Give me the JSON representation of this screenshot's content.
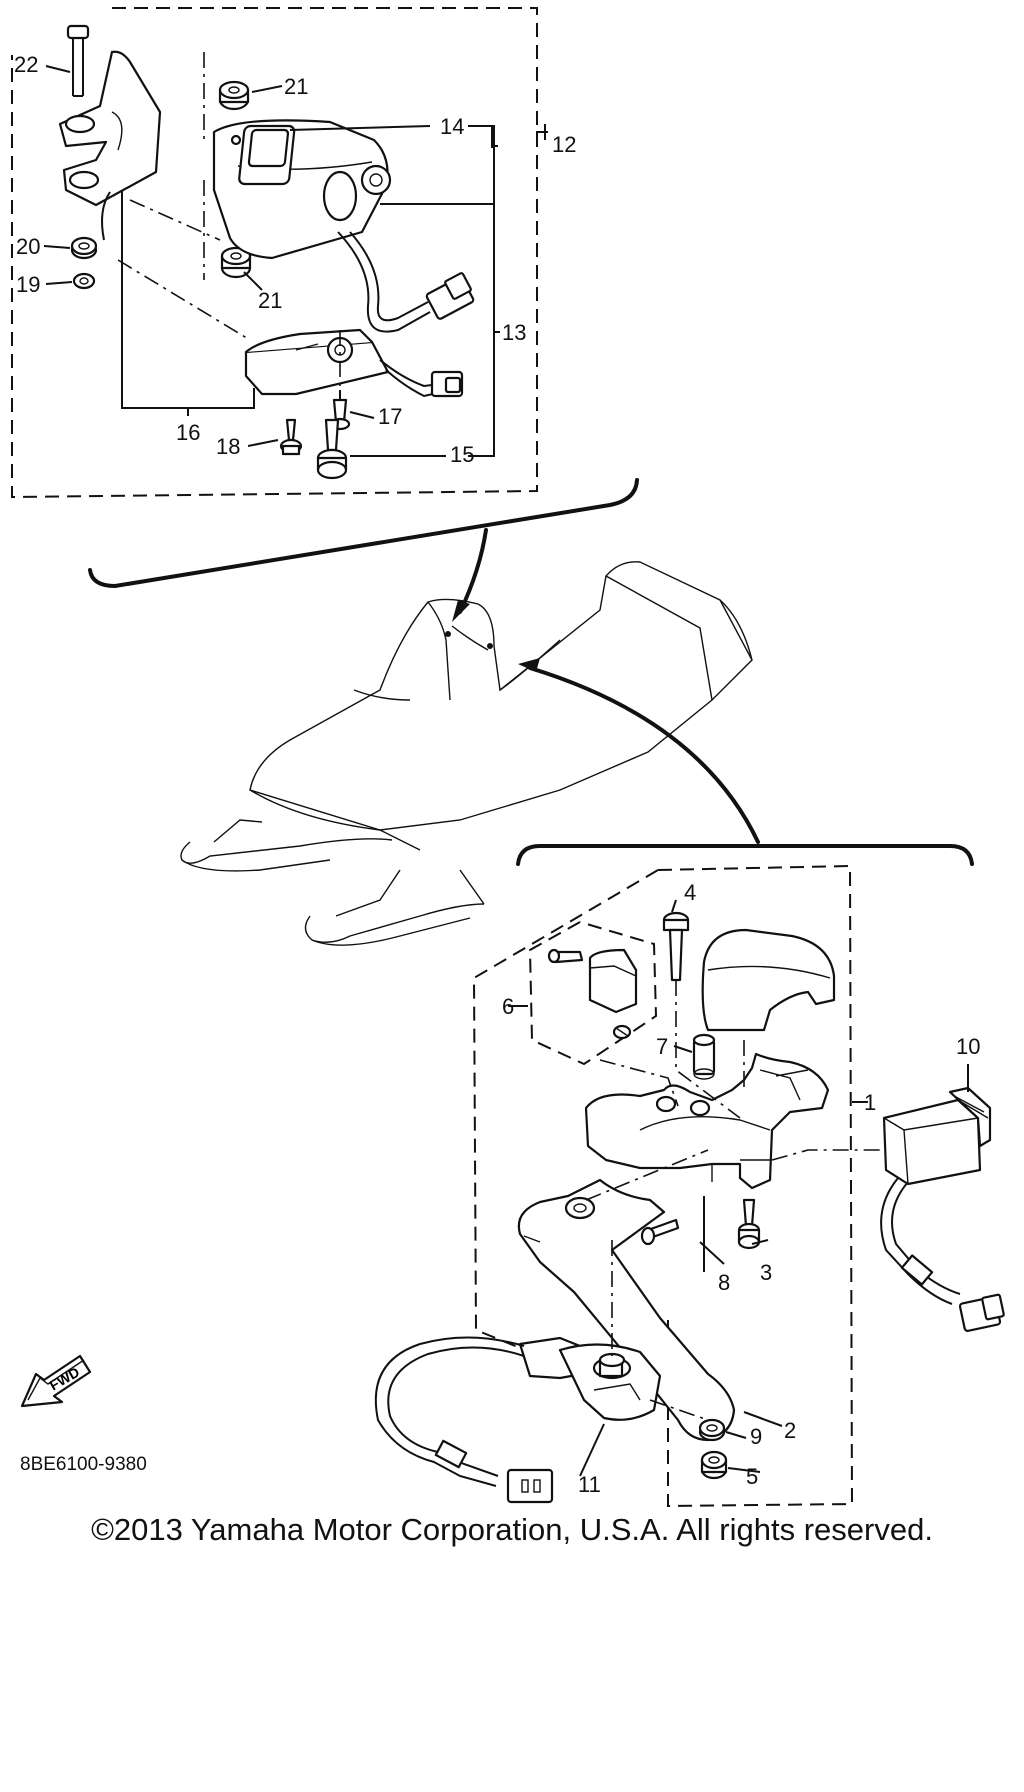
{
  "diagram": {
    "part_code": "8BE6100-9380",
    "fwd_label": "FWD",
    "callouts": {
      "c1": "1",
      "c2": "2",
      "c3": "3",
      "c4": "4",
      "c5": "5",
      "c6": "6",
      "c7": "7",
      "c8": "8",
      "c9": "9",
      "c10": "10",
      "c11": "11",
      "c12": "12",
      "c13": "13",
      "c14": "14",
      "c15": "15",
      "c16": "16",
      "c17": "17",
      "c18": "18",
      "c19": "19",
      "c20": "20",
      "c21a": "21",
      "c21b": "21",
      "c22": "22"
    }
  },
  "footer": {
    "copyright": "©2013 Yamaha Motor Corporation, U.S.A. All rights reserved."
  }
}
